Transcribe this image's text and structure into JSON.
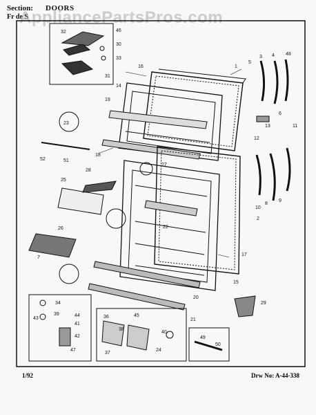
{
  "header": {
    "section_label": "Section:",
    "section_value": "DOORS",
    "model_label": "Fr de S"
  },
  "watermark": "AppliancePartsPros.com",
  "footer": {
    "date": "1/92",
    "drawing_number": "Drw No: A-44-338"
  },
  "callouts": [
    "1",
    "2",
    "3",
    "4",
    "5",
    "6",
    "7",
    "8",
    "9",
    "10",
    "11",
    "12",
    "13",
    "14",
    "15",
    "16",
    "17",
    "18",
    "19",
    "20",
    "21",
    "22",
    "23",
    "24",
    "25",
    "26",
    "27",
    "28",
    "29",
    "30",
    "31",
    "32",
    "33",
    "34",
    "36",
    "37",
    "38",
    "39",
    "40",
    "41",
    "42",
    "43",
    "44",
    "45",
    "46",
    "47",
    "48",
    "49",
    "50",
    "51",
    "52"
  ]
}
